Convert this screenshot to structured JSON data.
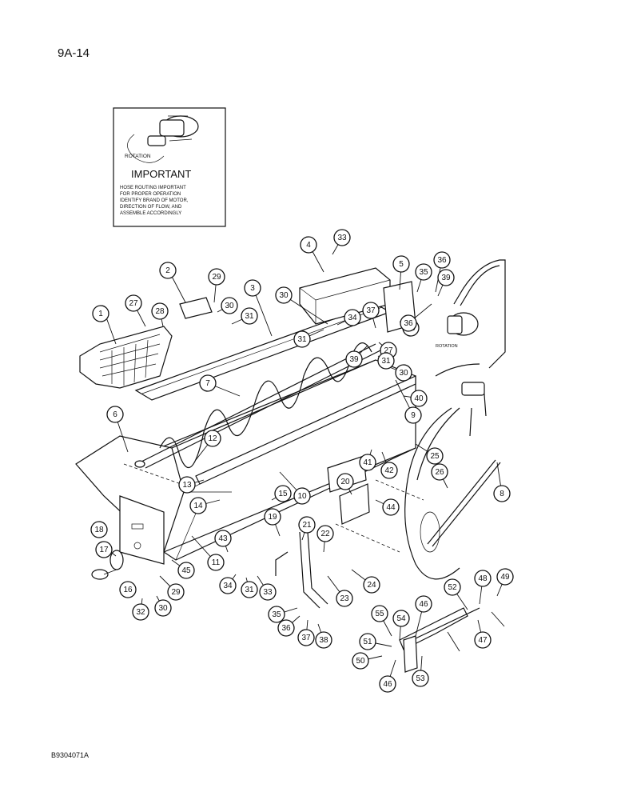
{
  "page_number": "9A-14",
  "document_id": "B9304071A",
  "inset": {
    "rotation_label": "ROTATION",
    "heading": "IMPORTANT",
    "lines": [
      "HOSE ROUTING IMPORTANT",
      "FOR PROPER OPERATION",
      "IDENTIFY BRAND OF MOTOR,",
      "DIRECTION OF FLOW, AND",
      "ASSEMBLE ACCORDINGLY"
    ]
  },
  "motor_rotation_label": "ROTATION",
  "callouts": [
    "1",
    "2",
    "3",
    "4",
    "5",
    "6",
    "7",
    "8",
    "9",
    "10",
    "11",
    "12",
    "13",
    "14",
    "15",
    "16",
    "17",
    "18",
    "19",
    "20",
    "21",
    "22",
    "23",
    "24",
    "25",
    "26",
    "27",
    "27",
    "28",
    "29",
    "29",
    "30",
    "30",
    "30",
    "30",
    "31",
    "31",
    "31",
    "31",
    "32",
    "33",
    "33",
    "34",
    "34",
    "35",
    "35",
    "35",
    "36",
    "36",
    "36",
    "37",
    "37",
    "38",
    "39",
    "39",
    "40",
    "41",
    "42",
    "43",
    "44",
    "45",
    "46",
    "46",
    "47",
    "48",
    "49",
    "50",
    "51",
    "52",
    "53",
    "54",
    "55"
  ]
}
